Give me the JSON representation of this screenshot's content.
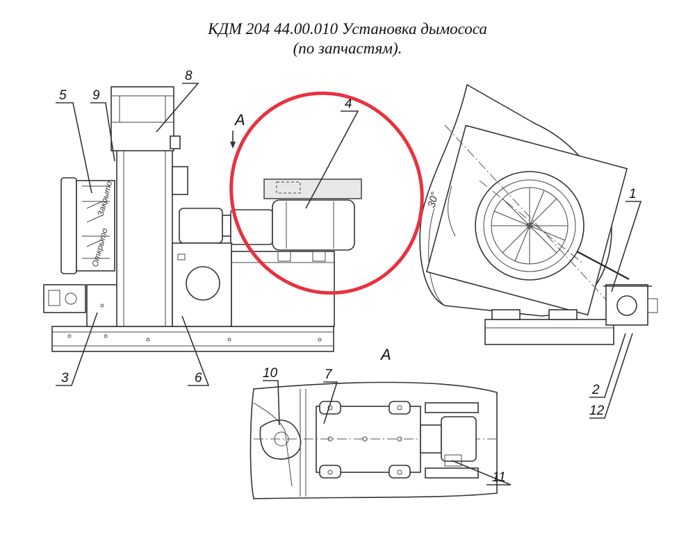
{
  "title": {
    "line1": "КДМ 204 44.00.010 Установка дымососа",
    "line2": "(по запчастям)."
  },
  "view_label": "A",
  "section_label": "A",
  "angle_label": "30°",
  "side_text": [
    "Закрыто",
    "Открыто"
  ],
  "callouts": [
    {
      "id": "1",
      "text": "1"
    },
    {
      "id": "2",
      "text": "2"
    },
    {
      "id": "3",
      "text": "3"
    },
    {
      "id": "4",
      "text": "4"
    },
    {
      "id": "5",
      "text": "5"
    },
    {
      "id": "6",
      "text": "6"
    },
    {
      "id": "7",
      "text": "7"
    },
    {
      "id": "8",
      "text": "8"
    },
    {
      "id": "9",
      "text": "9"
    },
    {
      "id": "10",
      "text": "10"
    },
    {
      "id": "11",
      "text": "11"
    },
    {
      "id": "12",
      "text": "12"
    }
  ],
  "highlight": {
    "color": "#e8323f",
    "target": "4"
  }
}
